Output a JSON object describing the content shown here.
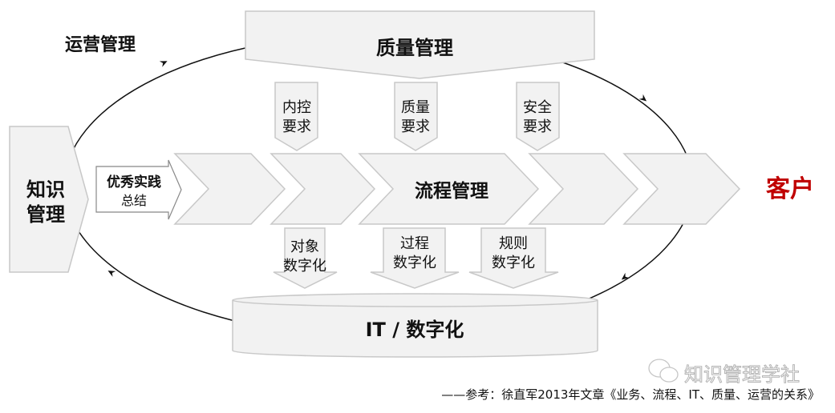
{
  "labels": {
    "operations": "运营管理",
    "quality": "质量管理",
    "knowledge_1": "知识",
    "knowledge_2": "管理",
    "practice_1": "优秀实践",
    "practice_2": "总结",
    "process": "流程管理",
    "customer": "客户",
    "it": "IT / 数字化"
  },
  "requirements": [
    {
      "line1": "内控",
      "line2": "要求"
    },
    {
      "line1": "质量",
      "line2": "要求"
    },
    {
      "line1": "安全",
      "line2": "要求"
    }
  ],
  "digitization": [
    {
      "line1": "对象",
      "line2": "数字化"
    },
    {
      "line1": "过程",
      "line2": "数字化"
    },
    {
      "line1": "规则",
      "line2": "数字化"
    }
  ],
  "footnote": "——参考：徐直军2013年文章《业务、流程、IT、质量、运营的关系》",
  "watermark": "知识管理学社",
  "colors": {
    "customer": "#c00000",
    "shape_fill": "#f2f2f2",
    "shape_stroke": "#c8c8c8"
  }
}
